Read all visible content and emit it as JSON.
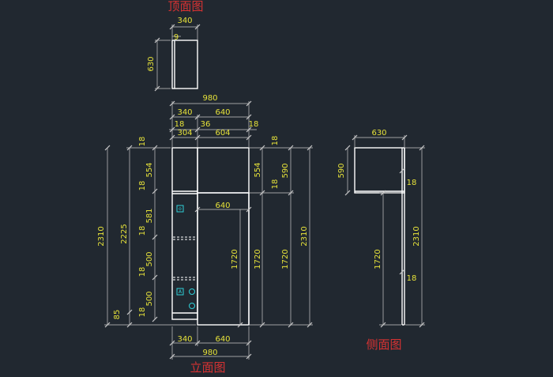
{
  "titles": {
    "top_view": "顶面图",
    "front_view": "立面图",
    "side_view": "侧面图"
  },
  "top_view": {
    "width": "340",
    "depth": "630",
    "wall": "9"
  },
  "front_view": {
    "total_width": "980",
    "left_width": "340",
    "right_width": "640",
    "board_left": "18",
    "inner_left": "304",
    "gap": "36",
    "inner_right": "604",
    "board_right": "18",
    "left_stack": [
      "18",
      "554",
      "18",
      "581",
      "18",
      "500",
      "18",
      "500",
      "18"
    ],
    "total_height": "2310",
    "body_height": "2225",
    "plinth": "85",
    "hanging_width": "640",
    "right_top_board": "18",
    "right_upper_inner": "554",
    "right_mid_board": "18",
    "right_hanging": "1720",
    "right_hanging_2": "1720",
    "right_upper_total": "590",
    "right_hanging_3": "1720",
    "right_total": "2310",
    "bottom_left": "340",
    "bottom_right": "640",
    "bottom_total": "980"
  },
  "side_view": {
    "depth": "630",
    "upper": "590",
    "board_1": "18",
    "lower": "1720",
    "board_2": "18",
    "total": "2310"
  },
  "colors": {
    "background": "#212830",
    "dimension_text": "#e6e23a",
    "title_text": "#d83232",
    "geometry": "#ffffff",
    "fixture": "#2fd0d8"
  },
  "icons": {
    "fixture_square": "square-fixture-icon",
    "fixture_circle": "round-fixture-icon"
  }
}
